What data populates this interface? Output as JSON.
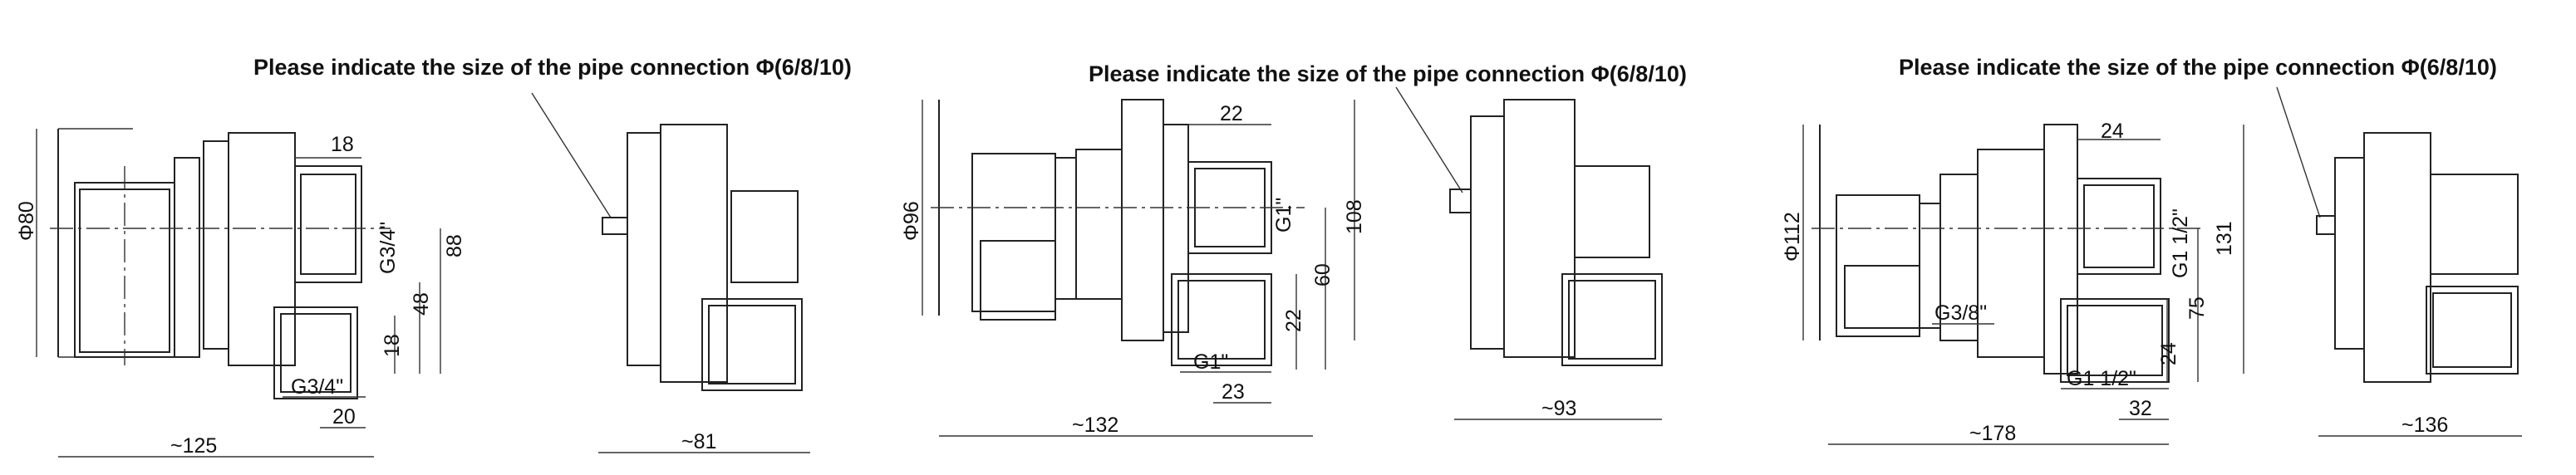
{
  "note": "Please indicate the size of the pipe connection Φ(6/8/10)",
  "panels": [
    {
      "side": {
        "height": "Φ80",
        "top": "18",
        "upper_thread": "G3/4\"",
        "h88": "88",
        "h48": "48",
        "h18": "18",
        "lower_thread": "G3/4\"",
        "w20": "20",
        "length": "~125"
      },
      "front": {
        "width": "~81"
      }
    },
    {
      "side": {
        "height": "Φ96",
        "top": "22",
        "upper_thread": "G1\"",
        "h108": "108",
        "h60": "60",
        "h22": "22",
        "lower_thread": "G1\"",
        "w23": "23",
        "length": "~132"
      },
      "front": {
        "width": "~93"
      }
    },
    {
      "side": {
        "height": "Φ112",
        "top": "24",
        "upper_thread": "G1 1/2\"",
        "h131": "131",
        "h75": "75",
        "h24": "24",
        "small_thread": "G3/8\"",
        "lower_thread": "G1 1/2\"",
        "w32": "32",
        "length": "~178"
      },
      "front": {
        "width": "~136"
      }
    }
  ]
}
